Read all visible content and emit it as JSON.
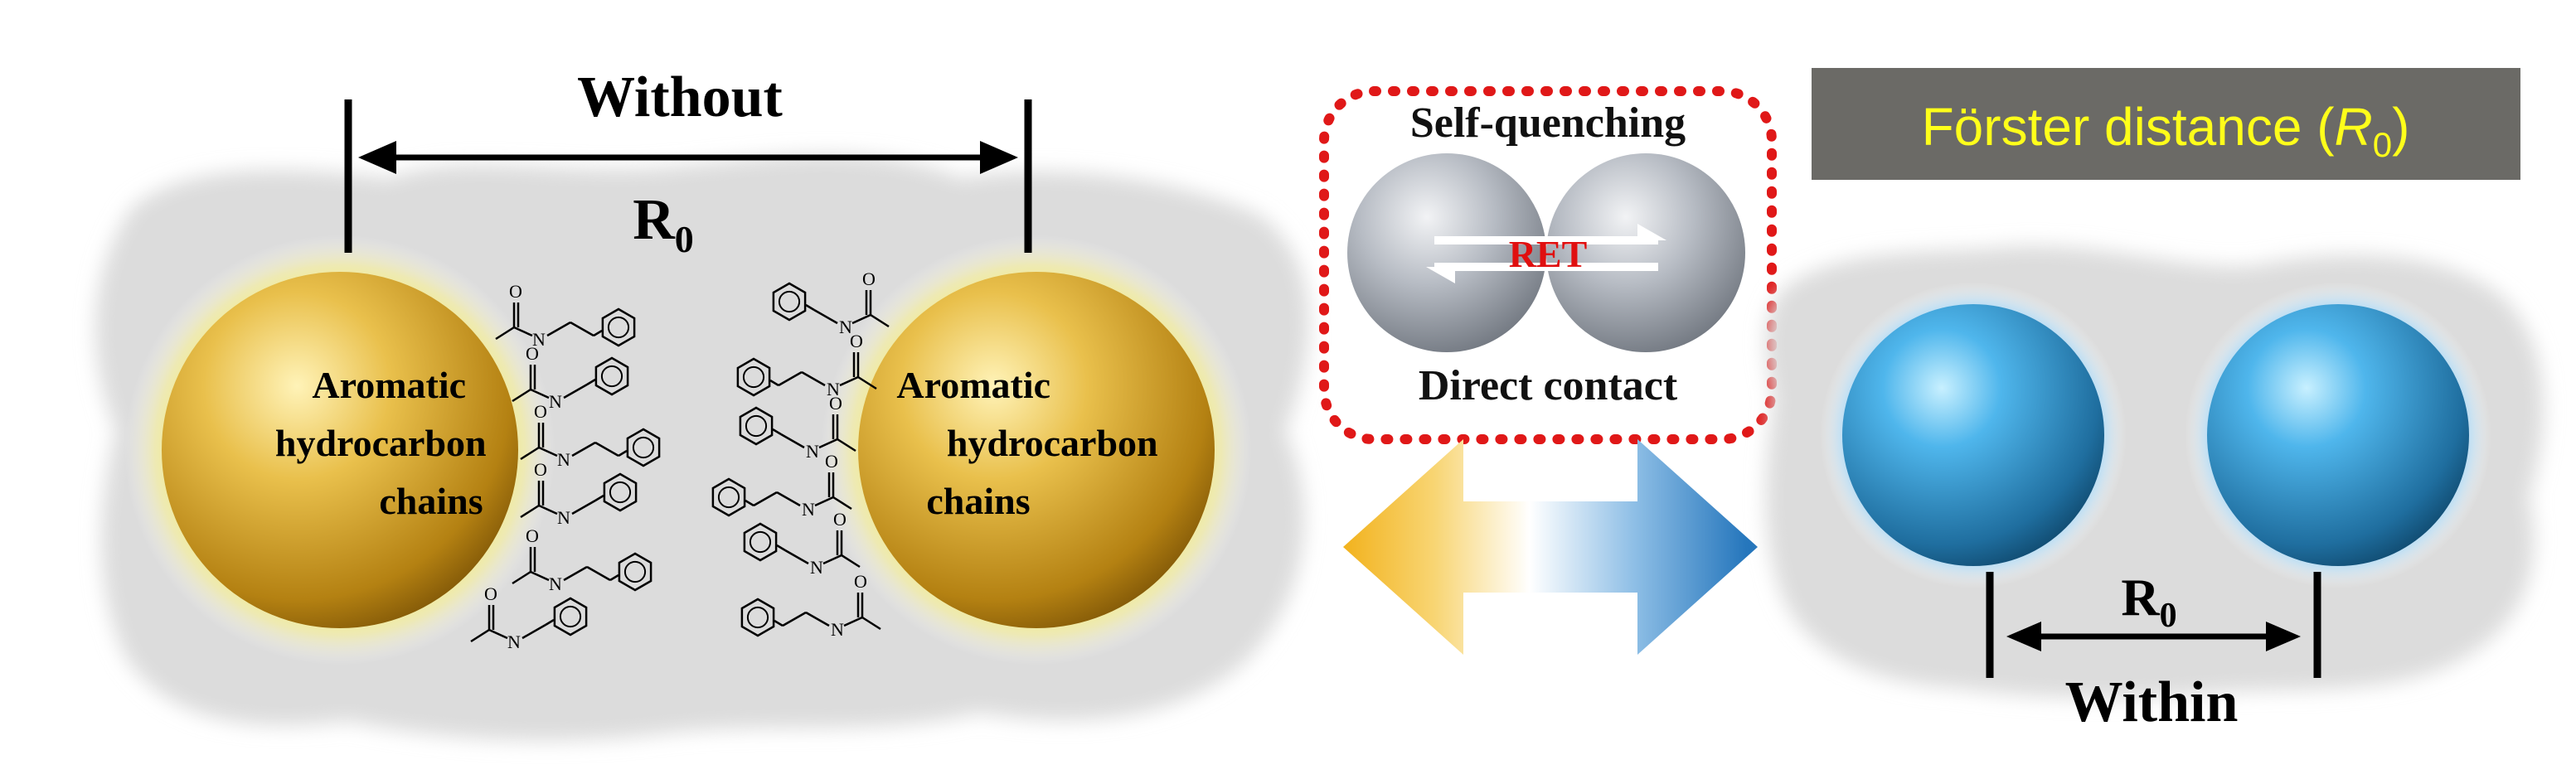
{
  "left_panel": {
    "title": "Without",
    "r0_main": "R",
    "r0_sub": "0",
    "particle_label_lines": [
      "Aromatic",
      "hydrocarbon",
      "chains"
    ],
    "colors": {
      "particle": "#e0b23a",
      "glow": "#f7ec6a",
      "shadow_blob": "#dcdcdc"
    }
  },
  "middle_panel": {
    "top_label": "Self-quenching",
    "center_label": "RET",
    "bottom_label": "Direct contact",
    "colors": {
      "border": "#e01818",
      "ret_text": "#e01010",
      "sphere": "#9ea4ae"
    }
  },
  "double_arrow": {
    "colors": {
      "left": "#f2b21d",
      "middle": "#ffffff",
      "right": "#1b6fb8"
    }
  },
  "right_panel": {
    "header_prefix": "Förster distance (",
    "header_r": "R",
    "header_sub": "0",
    "header_suffix": ")",
    "r0_main": "R",
    "r0_sub": "0",
    "bottom_label": "Within",
    "colors": {
      "header_bg": "#6b6a66",
      "header_text": "#ffff1a",
      "particle": "#2a8fd0",
      "glow": "#8ed2ff"
    }
  },
  "molecule_fragments": {
    "nitrogen": "N",
    "oxygen": "O"
  }
}
